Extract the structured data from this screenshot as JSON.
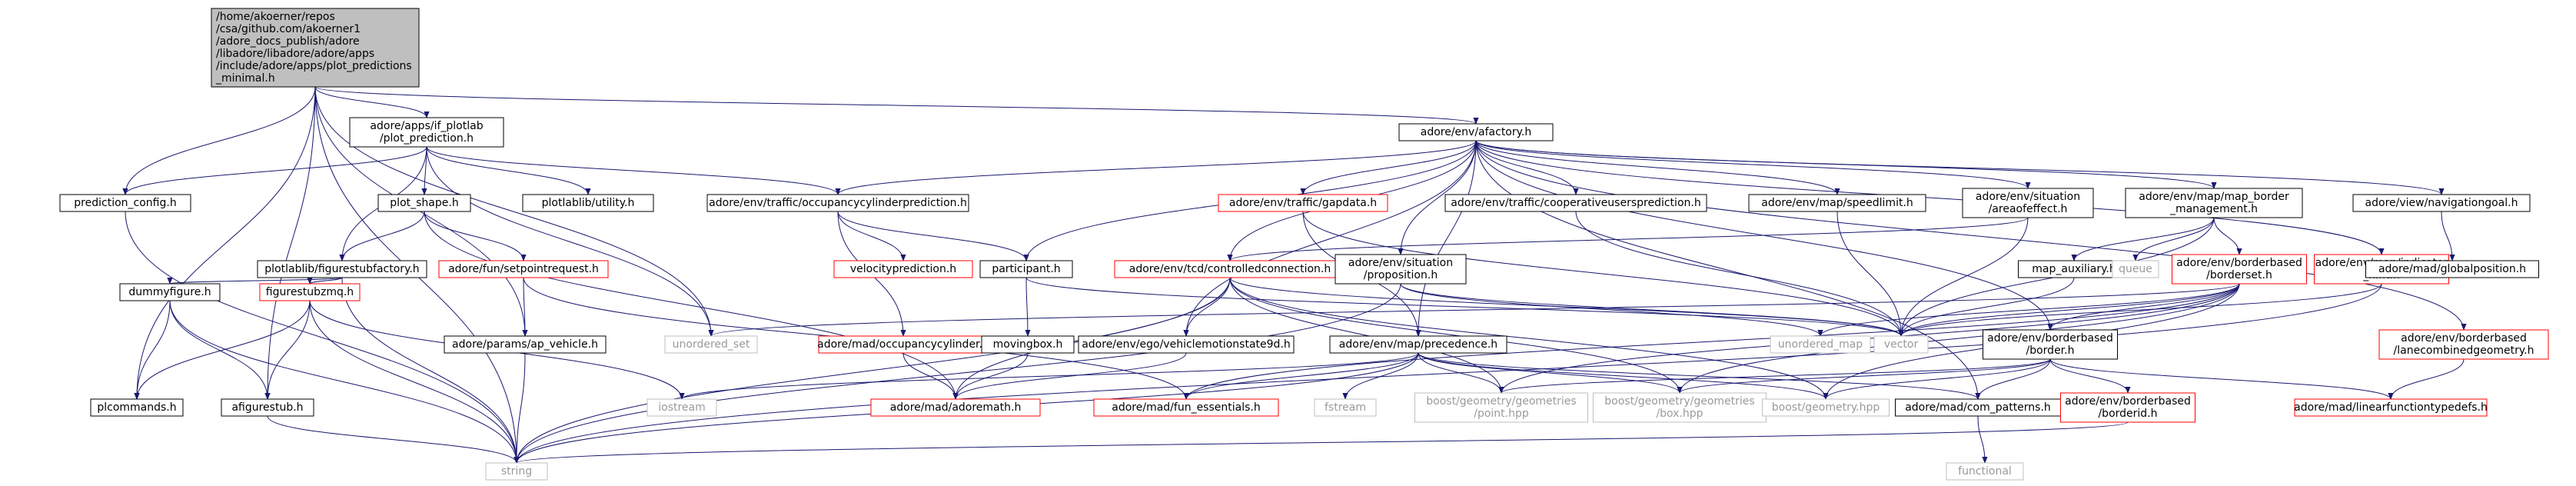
{
  "graph": {
    "nodes": [
      {
        "id": "root",
        "lines": [
          "/home/akoerner/repos",
          "/csa/github.com/akoerner1",
          "/adore_docs_publish/adore",
          "/libadore/libadore/adore/apps",
          "/include/adore/apps/plot_predictions",
          "_minimal.h"
        ],
        "style": "root"
      },
      {
        "id": "plot_prediction",
        "lines": [
          "adore/apps/if_plotlab",
          "/plot_prediction.h"
        ],
        "style": "normal"
      },
      {
        "id": "afactory",
        "lines": [
          "adore/env/afactory.h"
        ],
        "style": "normal"
      },
      {
        "id": "prediction_config",
        "lines": [
          "prediction_config.h"
        ],
        "style": "normal"
      },
      {
        "id": "plot_shape",
        "lines": [
          "plot_shape.h"
        ],
        "style": "normal"
      },
      {
        "id": "plotlab_utility",
        "lines": [
          "plotlablib/utility.h"
        ],
        "style": "normal"
      },
      {
        "id": "occ_pred",
        "lines": [
          "adore/env/traffic/occupancycylinderprediction.h"
        ],
        "style": "normal"
      },
      {
        "id": "gapdata",
        "lines": [
          "adore/env/traffic/gapdata.h"
        ],
        "style": "red"
      },
      {
        "id": "coop_pred",
        "lines": [
          "adore/env/traffic/cooperativeusersprediction.h"
        ],
        "style": "normal"
      },
      {
        "id": "speedlimit",
        "lines": [
          "adore/env/map/speedlimit.h"
        ],
        "style": "normal"
      },
      {
        "id": "areaofeffect",
        "lines": [
          "adore/env/situation",
          "/areaofeffect.h"
        ],
        "style": "normal"
      },
      {
        "id": "map_border_mgmt",
        "lines": [
          "adore/env/map/map_border",
          "_management.h"
        ],
        "style": "normal"
      },
      {
        "id": "indicator_hint",
        "lines": [
          "adore/env/map/indicator",
          "_hint.h"
        ],
        "style": "red"
      },
      {
        "id": "navigationgoal",
        "lines": [
          "adore/view/navigationgoal.h"
        ],
        "style": "normal"
      },
      {
        "id": "globalposition",
        "lines": [
          "adore/mad/globalposition.h"
        ],
        "style": "normal"
      },
      {
        "id": "lanecombined",
        "lines": [
          "adore/env/borderbased",
          "/lanecombinedgeometry.h"
        ],
        "style": "red"
      },
      {
        "id": "fun_setpoint",
        "lines": [
          "adore/fun/setpointrequest.h"
        ],
        "style": "red"
      },
      {
        "id": "figurestubfactory",
        "lines": [
          "plotlablib/figurestubfactory.h"
        ],
        "style": "normal"
      },
      {
        "id": "velocityprediction",
        "lines": [
          "velocityprediction.h"
        ],
        "style": "red"
      },
      {
        "id": "participant",
        "lines": [
          "participant.h"
        ],
        "style": "normal"
      },
      {
        "id": "controlledconnection",
        "lines": [
          "adore/env/tcd/controlledconnection.h"
        ],
        "style": "red"
      },
      {
        "id": "proposition",
        "lines": [
          "adore/env/situation",
          "/proposition.h"
        ],
        "style": "normal"
      },
      {
        "id": "map_auxiliary",
        "lines": [
          "map_auxiliary.h"
        ],
        "style": "normal"
      },
      {
        "id": "queue",
        "lines": [
          "queue"
        ],
        "style": "gray"
      },
      {
        "id": "borderset",
        "lines": [
          "adore/env/borderbased",
          "/borderset.h"
        ],
        "style": "red"
      },
      {
        "id": "dummyfigure",
        "lines": [
          "dummyfigure.h"
        ],
        "style": "normal"
      },
      {
        "id": "figurestubzmq",
        "lines": [
          "figurestubzmq.h"
        ],
        "style": "red"
      },
      {
        "id": "ap_vehicle",
        "lines": [
          "adore/params/ap_vehicle.h"
        ],
        "style": "normal"
      },
      {
        "id": "unordered_set",
        "lines": [
          "unordered_set"
        ],
        "style": "gray"
      },
      {
        "id": "occupancycylinder",
        "lines": [
          "adore/mad/occupancycylinder.h"
        ],
        "style": "red"
      },
      {
        "id": "movingbox",
        "lines": [
          "movingbox.h"
        ],
        "style": "normal"
      },
      {
        "id": "vehiclemotionstate",
        "lines": [
          "adore/env/ego/vehiclemotionstate9d.h"
        ],
        "style": "normal"
      },
      {
        "id": "precedence",
        "lines": [
          "adore/env/map/precedence.h"
        ],
        "style": "normal"
      },
      {
        "id": "unordered_map",
        "lines": [
          "unordered_map"
        ],
        "style": "gray"
      },
      {
        "id": "vector",
        "lines": [
          "vector"
        ],
        "style": "gray"
      },
      {
        "id": "border",
        "lines": [
          "adore/env/borderbased",
          "/border.h"
        ],
        "style": "normal"
      },
      {
        "id": "plcommands",
        "lines": [
          "plcommands.h"
        ],
        "style": "normal"
      },
      {
        "id": "afigurestub",
        "lines": [
          "afigurestub.h"
        ],
        "style": "normal"
      },
      {
        "id": "iostream",
        "lines": [
          "iostream"
        ],
        "style": "gray"
      },
      {
        "id": "adoremath",
        "lines": [
          "adore/mad/adoremath.h"
        ],
        "style": "red"
      },
      {
        "id": "fun_essentials",
        "lines": [
          "adore/mad/fun_essentials.h"
        ],
        "style": "red"
      },
      {
        "id": "fstream",
        "lines": [
          "fstream"
        ],
        "style": "gray"
      },
      {
        "id": "bg_point",
        "lines": [
          "boost/geometry/geometries",
          "/point.hpp"
        ],
        "style": "gray"
      },
      {
        "id": "bg_box",
        "lines": [
          "boost/geometry/geometries",
          "/box.hpp"
        ],
        "style": "gray"
      },
      {
        "id": "bg",
        "lines": [
          "boost/geometry.hpp"
        ],
        "style": "gray"
      },
      {
        "id": "com_patterns",
        "lines": [
          "adore/mad/com_patterns.h"
        ],
        "style": "normal"
      },
      {
        "id": "borderid",
        "lines": [
          "adore/env/borderbased",
          "/borderid.h"
        ],
        "style": "red"
      },
      {
        "id": "linearfunction",
        "lines": [
          "adore/mad/linearfunctiontypedefs.h"
        ],
        "style": "red"
      },
      {
        "id": "string",
        "lines": [
          "string"
        ],
        "style": "gray"
      },
      {
        "id": "functional",
        "lines": [
          "functional"
        ],
        "style": "gray"
      }
    ],
    "edges": [
      [
        "root",
        "plot_prediction"
      ],
      [
        "root",
        "afactory"
      ],
      [
        "root",
        "prediction_config"
      ],
      [
        "root",
        "plcommands"
      ],
      [
        "root",
        "afigurestub"
      ],
      [
        "root",
        "string"
      ],
      [
        "root",
        "unordered_set"
      ],
      [
        "root",
        "ap_vehicle"
      ],
      [
        "plot_prediction",
        "prediction_config"
      ],
      [
        "plot_prediction",
        "plot_shape"
      ],
      [
        "plot_prediction",
        "plotlab_utility"
      ],
      [
        "plot_prediction",
        "occ_pred"
      ],
      [
        "plot_prediction",
        "figurestubfactory"
      ],
      [
        "plot_prediction",
        "unordered_set"
      ],
      [
        "prediction_config",
        "string"
      ],
      [
        "plot_shape",
        "figurestubfactory"
      ],
      [
        "plot_shape",
        "fun_setpoint"
      ],
      [
        "plot_shape",
        "adoremath"
      ],
      [
        "figurestubfactory",
        "dummyfigure"
      ],
      [
        "figurestubfactory",
        "figurestubzmq"
      ],
      [
        "figurestubfactory",
        "string"
      ],
      [
        "dummyfigure",
        "plcommands"
      ],
      [
        "dummyfigure",
        "afigurestub"
      ],
      [
        "dummyfigure",
        "string"
      ],
      [
        "figurestubzmq",
        "plcommands"
      ],
      [
        "figurestubzmq",
        "afigurestub"
      ],
      [
        "figurestubzmq",
        "iostream"
      ],
      [
        "figurestubzmq",
        "string"
      ],
      [
        "afigurestub",
        "string"
      ],
      [
        "fun_setpoint",
        "ap_vehicle"
      ],
      [
        "fun_setpoint",
        "fun_essentials"
      ],
      [
        "ap_vehicle",
        "string"
      ],
      [
        "occ_pred",
        "velocityprediction"
      ],
      [
        "occ_pred",
        "participant"
      ],
      [
        "occ_pred",
        "occupancycylinder"
      ],
      [
        "occupancycylinder",
        "adoremath"
      ],
      [
        "participant",
        "movingbox"
      ],
      [
        "participant",
        "vector"
      ],
      [
        "movingbox",
        "adoremath"
      ],
      [
        "afactory",
        "occ_pred"
      ],
      [
        "afactory",
        "gapdata"
      ],
      [
        "afactory",
        "coop_pred"
      ],
      [
        "afactory",
        "speedlimit"
      ],
      [
        "afactory",
        "areaofeffect"
      ],
      [
        "afactory",
        "map_border_mgmt"
      ],
      [
        "afactory",
        "indicator_hint"
      ],
      [
        "afactory",
        "navigationgoal"
      ],
      [
        "afactory",
        "lanecombined"
      ],
      [
        "afactory",
        "controlledconnection"
      ],
      [
        "afactory",
        "proposition"
      ],
      [
        "afactory",
        "participant"
      ],
      [
        "afactory",
        "vehiclemotionstate"
      ],
      [
        "afactory",
        "border"
      ],
      [
        "afactory",
        "com_patterns"
      ],
      [
        "afactory",
        "precedence"
      ],
      [
        "navigationgoal",
        "globalposition"
      ],
      [
        "gapdata",
        "vector"
      ],
      [
        "gapdata",
        "precedence"
      ],
      [
        "coop_pred",
        "vector"
      ],
      [
        "speedlimit",
        "vector"
      ],
      [
        "areaofeffect",
        "vector"
      ],
      [
        "areaofeffect",
        "controlledconnection"
      ],
      [
        "map_border_mgmt",
        "map_auxiliary"
      ],
      [
        "map_border_mgmt",
        "queue"
      ],
      [
        "map_border_mgmt",
        "borderset"
      ],
      [
        "map_border_mgmt",
        "vector"
      ],
      [
        "map_auxiliary",
        "vector"
      ],
      [
        "indicator_hint",
        "vector"
      ],
      [
        "indicator_hint",
        "string"
      ],
      [
        "lanecombined",
        "linearfunction"
      ],
      [
        "controlledconnection",
        "vehiclemotionstate"
      ],
      [
        "controlledconnection",
        "adoremath"
      ],
      [
        "controlledconnection",
        "bg_point"
      ],
      [
        "controlledconnection",
        "bg_box"
      ],
      [
        "controlledconnection",
        "bg"
      ],
      [
        "controlledconnection",
        "vector"
      ],
      [
        "controlledconnection",
        "string"
      ],
      [
        "proposition",
        "unordered_map"
      ],
      [
        "proposition",
        "vector"
      ],
      [
        "proposition",
        "string"
      ],
      [
        "borderset",
        "border"
      ],
      [
        "borderset",
        "unordered_set"
      ],
      [
        "borderset",
        "unordered_map"
      ],
      [
        "borderset",
        "vector"
      ],
      [
        "borderset",
        "bg_point"
      ],
      [
        "borderset",
        "bg_box"
      ],
      [
        "borderset",
        "bg"
      ],
      [
        "borderset",
        "fun_essentials"
      ],
      [
        "vehiclemotionstate",
        "adoremath"
      ],
      [
        "precedence",
        "fstream"
      ],
      [
        "precedence",
        "iostream"
      ],
      [
        "precedence",
        "bg_point"
      ],
      [
        "precedence",
        "bg_box"
      ],
      [
        "precedence",
        "bg"
      ],
      [
        "precedence",
        "string"
      ],
      [
        "precedence",
        "com_patterns"
      ],
      [
        "precedence",
        "fun_essentials"
      ],
      [
        "border",
        "borderid"
      ],
      [
        "border",
        "linearfunction"
      ],
      [
        "border",
        "bg_point"
      ],
      [
        "border",
        "bg_box"
      ],
      [
        "border",
        "bg"
      ],
      [
        "border",
        "com_patterns"
      ],
      [
        "borderid",
        "string"
      ],
      [
        "com_patterns",
        "functional"
      ]
    ]
  },
  "colors": {
    "edge": "#191970",
    "normal_border": "#000000",
    "red_border": "#ff0000",
    "gray_border": "#bfbfbf",
    "root_fill": "#bfbfbf",
    "gray_text": "#9a9a9a"
  }
}
